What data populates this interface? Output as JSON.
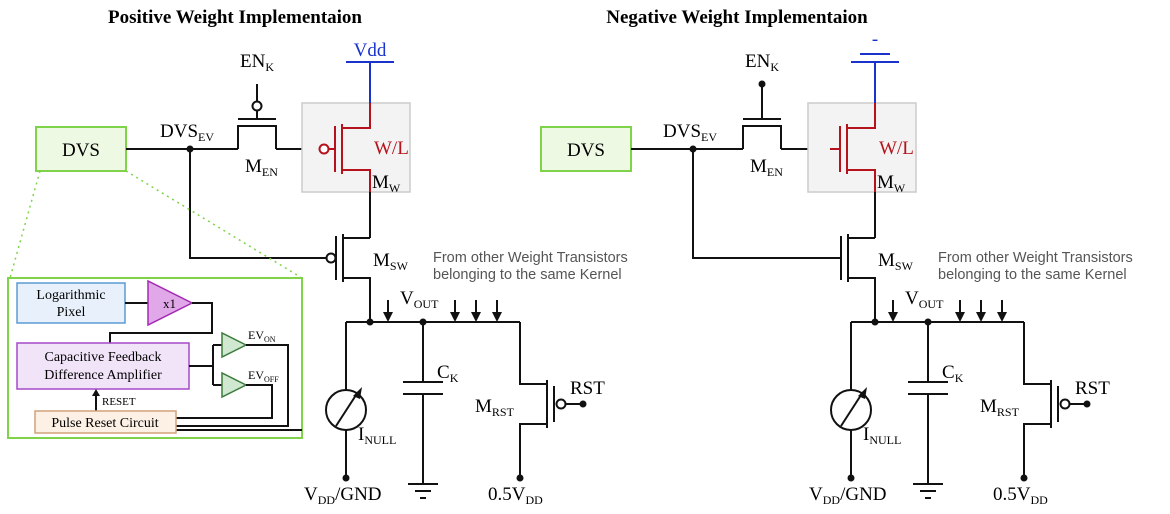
{
  "titles": {
    "positive": "Positive Weight Implementaion",
    "negative": "Negative Weight Implementaion"
  },
  "labels": {
    "vdd": "Vdd",
    "minus": "-",
    "dvs": "DVS",
    "dvs_ev": "DVS",
    "dvs_ev_sub": "EV",
    "en_k": "EN",
    "en_k_sub": "K",
    "m_en": "M",
    "m_en_sub": "EN",
    "w_l": "W/L",
    "m_w": "M",
    "m_w_sub": "W",
    "m_sw": "M",
    "m_sw_sub": "SW",
    "note_line1": "From other Weight Transistors",
    "note_line2": "belonging to the same Kernel",
    "v_out": "V",
    "v_out_sub": "OUT",
    "c_k": "C",
    "c_k_sub": "K",
    "m_rst": "M",
    "m_rst_sub": "RST",
    "rst": "RST",
    "i_null": "I",
    "i_null_sub": "NULL",
    "vdd_gnd_v": "V",
    "vdd_gnd_sub": "DD",
    "vdd_gnd_rest": "/GND",
    "half_vdd": "0.5V",
    "half_vdd_sub": "DD"
  },
  "dvs_detail": {
    "log_pixel_1": "Logarithmic",
    "log_pixel_2": "Pixel",
    "buffer": "x1",
    "amp_1": "Capacitive Feedback",
    "amp_2": "Difference Amplifier",
    "ev_on": "EV",
    "ev_on_sub": "ON",
    "ev_off": "EV",
    "ev_off_sub": "OFF",
    "reset": "RESET",
    "pulse_reset": "Pulse Reset Circuit"
  },
  "colors": {
    "dvs_green": "#7ed348",
    "dvs_fill": "#eef9e3",
    "weight_red": "#b5121b",
    "vdd_blue": "#1a33cc",
    "log_blue": "#5b9bd5",
    "log_fill": "#e8f1fb",
    "amp_purple": "#a64ac9",
    "amp_fill": "#f1e4f8",
    "buffer_purple": "#a42ab3",
    "buffer_fill": "#e0a8e8",
    "comp_green": "#3d7c3d",
    "comp_fill": "#cfe8cf",
    "pulse_orange": "#d2a27a",
    "pulse_fill": "#fdf1e6",
    "wbox_fill": "#f3f3f3",
    "wbox_stroke": "#cccccc"
  }
}
